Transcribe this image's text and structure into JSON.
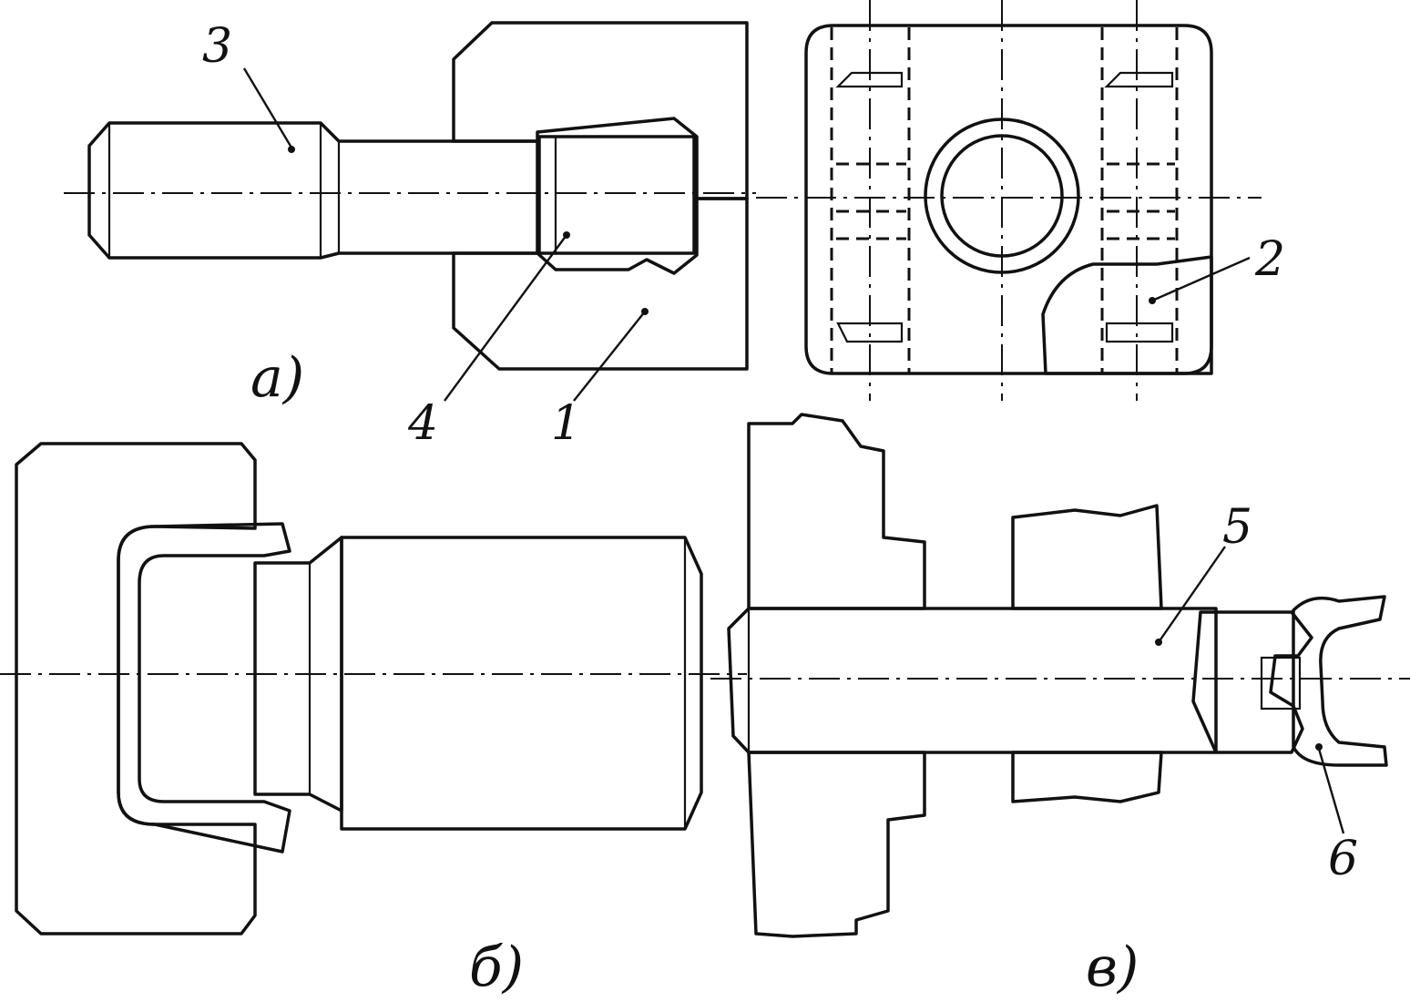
{
  "figure": {
    "callouts": [
      "1",
      "2",
      "3",
      "4",
      "5",
      "6"
    ],
    "sublabels": [
      "а)",
      "б)",
      "в)"
    ]
  },
  "colors": {
    "ink": "#111111",
    "paper": "#ffffff"
  }
}
